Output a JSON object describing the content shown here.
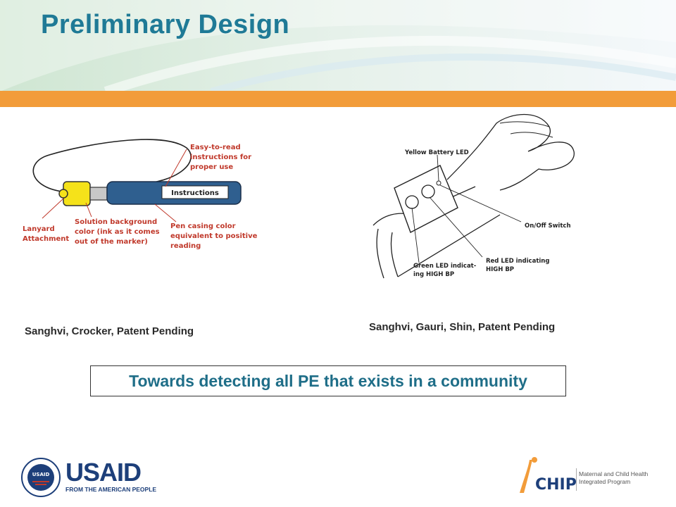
{
  "slide": {
    "title": "Preliminary Design",
    "caption_left": "Sanghvi, Crocker, Patent Pending",
    "caption_right": "Sanghvi, Gauri, Shin, Patent Pending",
    "boxed_statement": "Towards detecting all PE that exists in a community"
  },
  "pen_figure": {
    "instructions_label": "Instructions",
    "label_easy_1": "Easy-to-read",
    "label_easy_2": "instructions for",
    "label_easy_3": "proper use",
    "label_lanyard_1": "Lanyard",
    "label_lanyard_2": "Attachment",
    "label_solution_1": "Solution background",
    "label_solution_2": "color (ink as it comes",
    "label_solution_3": "out of the marker)",
    "label_pen_1": "Pen casing color",
    "label_pen_2": "equivalent to positive",
    "label_pen_3": "reading"
  },
  "wrist_figure": {
    "label_yellow": "Yellow Battery LED",
    "label_switch": "On/Off Switch",
    "label_red_1": "Red LED indicating",
    "label_red_2": "HIGH BP",
    "label_green_1": "Green LED indicat-",
    "label_green_2": "ing HIGH BP"
  },
  "footer": {
    "usaid_wordmark": "USAID",
    "usaid_tagline": "FROM THE AMERICAN PEOPLE",
    "usaid_seal_text": "USAID",
    "mchip_wordmark": "CHIP",
    "mchip_line_1": "Maternal and Child Health",
    "mchip_line_2": "Integrated Program"
  },
  "colors": {
    "title": "#1f7a96",
    "orange_bar": "#f29c3a",
    "statement": "#1f6e88",
    "usaid_blue": "#1d3f7a",
    "mchip_orange": "#f29c3a",
    "annotation_red": "#c0392b"
  }
}
